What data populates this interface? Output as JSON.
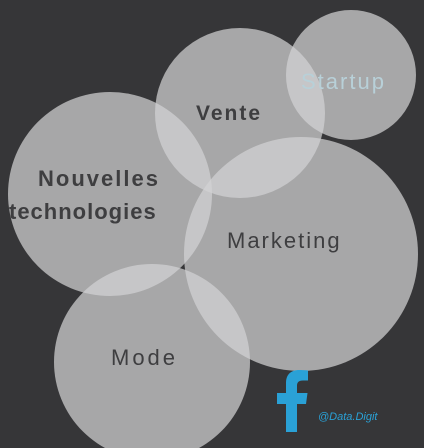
{
  "bubbles": {
    "startup": "Startup",
    "vente": "Vente",
    "nouvelles_line1": "Nouvelles",
    "nouvelles_line2": "technologies",
    "marketing": "Marketing",
    "mode": "Mode"
  },
  "footer": {
    "social_icon": "facebook-icon",
    "handle": "@Data.Digit"
  },
  "colors": {
    "background": "#363638",
    "bubble": "#d2d2d4",
    "accent": "#2aa1d6",
    "startup_text": "#b8d0d8"
  }
}
